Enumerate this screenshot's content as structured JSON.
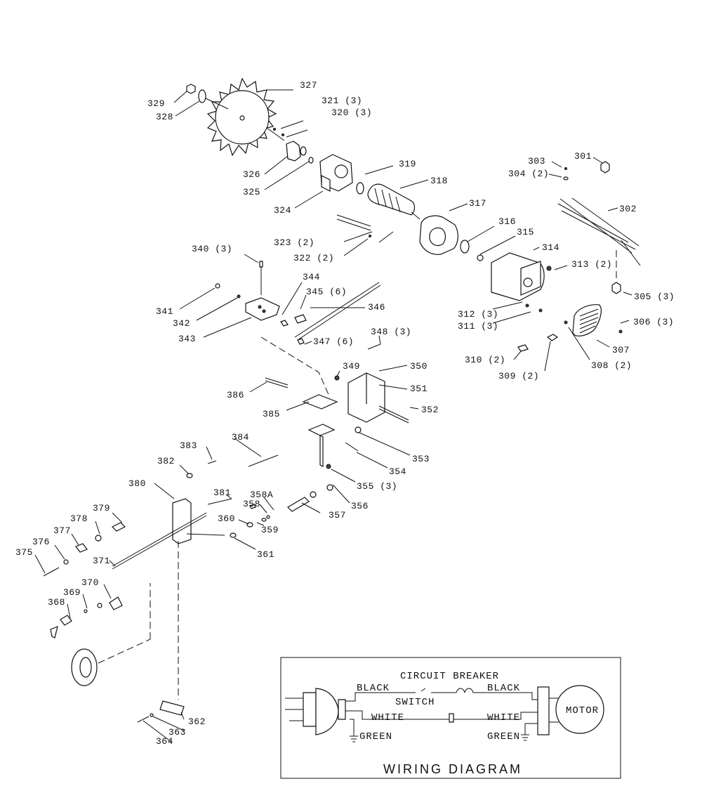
{
  "parts": [
    {
      "id": "p327",
      "text": "327"
    },
    {
      "id": "p329",
      "text": "329"
    },
    {
      "id": "p328",
      "text": "328"
    },
    {
      "id": "p321",
      "text": "321 (3)"
    },
    {
      "id": "p320",
      "text": "320 (3)"
    },
    {
      "id": "p326",
      "text": "326"
    },
    {
      "id": "p325",
      "text": "325"
    },
    {
      "id": "p324",
      "text": "324"
    },
    {
      "id": "p319",
      "text": "319"
    },
    {
      "id": "p318",
      "text": "318"
    },
    {
      "id": "p317",
      "text": "317"
    },
    {
      "id": "p303",
      "text": "303"
    },
    {
      "id": "p304",
      "text": "304 (2)"
    },
    {
      "id": "p301",
      "text": "301"
    },
    {
      "id": "p302",
      "text": "302"
    },
    {
      "id": "p323",
      "text": "323 (2)"
    },
    {
      "id": "p322",
      "text": "322 (2)"
    },
    {
      "id": "p316",
      "text": "316"
    },
    {
      "id": "p315",
      "text": "315"
    },
    {
      "id": "p314",
      "text": "314"
    },
    {
      "id": "p313",
      "text": "313 (2)"
    },
    {
      "id": "p340",
      "text": "340 (3)"
    },
    {
      "id": "p344",
      "text": "344"
    },
    {
      "id": "p345",
      "text": "345 (6)"
    },
    {
      "id": "p346",
      "text": "346"
    },
    {
      "id": "p341",
      "text": "341"
    },
    {
      "id": "p342",
      "text": "342"
    },
    {
      "id": "p343",
      "text": "343"
    },
    {
      "id": "p347",
      "text": "347 (6)"
    },
    {
      "id": "p305",
      "text": "305 (3)"
    },
    {
      "id": "p312",
      "text": "312 (3)"
    },
    {
      "id": "p311",
      "text": "311 (3)"
    },
    {
      "id": "p306",
      "text": "306 (3)"
    },
    {
      "id": "p307",
      "text": "307"
    },
    {
      "id": "p308",
      "text": "308 (2)"
    },
    {
      "id": "p310",
      "text": "310 (2)"
    },
    {
      "id": "p309",
      "text": "309 (2)"
    },
    {
      "id": "p348",
      "text": "348 (3)"
    },
    {
      "id": "p349",
      "text": "349"
    },
    {
      "id": "p350",
      "text": "350"
    },
    {
      "id": "p351",
      "text": "351"
    },
    {
      "id": "p352",
      "text": "352"
    },
    {
      "id": "p386",
      "text": "386"
    },
    {
      "id": "p385",
      "text": "385"
    },
    {
      "id": "p383",
      "text": "383"
    },
    {
      "id": "p384",
      "text": "384"
    },
    {
      "id": "p382",
      "text": "382"
    },
    {
      "id": "p353",
      "text": "353"
    },
    {
      "id": "p354",
      "text": "354"
    },
    {
      "id": "p355",
      "text": "355 (3)"
    },
    {
      "id": "p380",
      "text": "380"
    },
    {
      "id": "p381",
      "text": "381"
    },
    {
      "id": "p358a",
      "text": "358A"
    },
    {
      "id": "p358",
      "text": "358"
    },
    {
      "id": "p356",
      "text": "356"
    },
    {
      "id": "p357",
      "text": "357"
    },
    {
      "id": "p379",
      "text": "379"
    },
    {
      "id": "p378",
      "text": "378"
    },
    {
      "id": "p377",
      "text": "377"
    },
    {
      "id": "p360",
      "text": "360"
    },
    {
      "id": "p359",
      "text": "359"
    },
    {
      "id": "p376",
      "text": "376"
    },
    {
      "id": "p375",
      "text": "375"
    },
    {
      "id": "p361",
      "text": "361"
    },
    {
      "id": "p371",
      "text": "371"
    },
    {
      "id": "p370",
      "text": "370"
    },
    {
      "id": "p369",
      "text": "369"
    },
    {
      "id": "p368",
      "text": "368"
    },
    {
      "id": "p362",
      "text": "362"
    },
    {
      "id": "p363",
      "text": "363"
    },
    {
      "id": "p364",
      "text": "364"
    }
  ],
  "wiring": {
    "circuit_breaker": "CIRCUIT BREAKER",
    "black_left": "BLACK",
    "black_right": "BLACK",
    "switch": "SWITCH",
    "white_left": "WHITE",
    "white_right": "WHITE",
    "green_left": "GREEN",
    "green_right": "GREEN",
    "motor": "MOTOR",
    "title": "WIRING DIAGRAM"
  }
}
